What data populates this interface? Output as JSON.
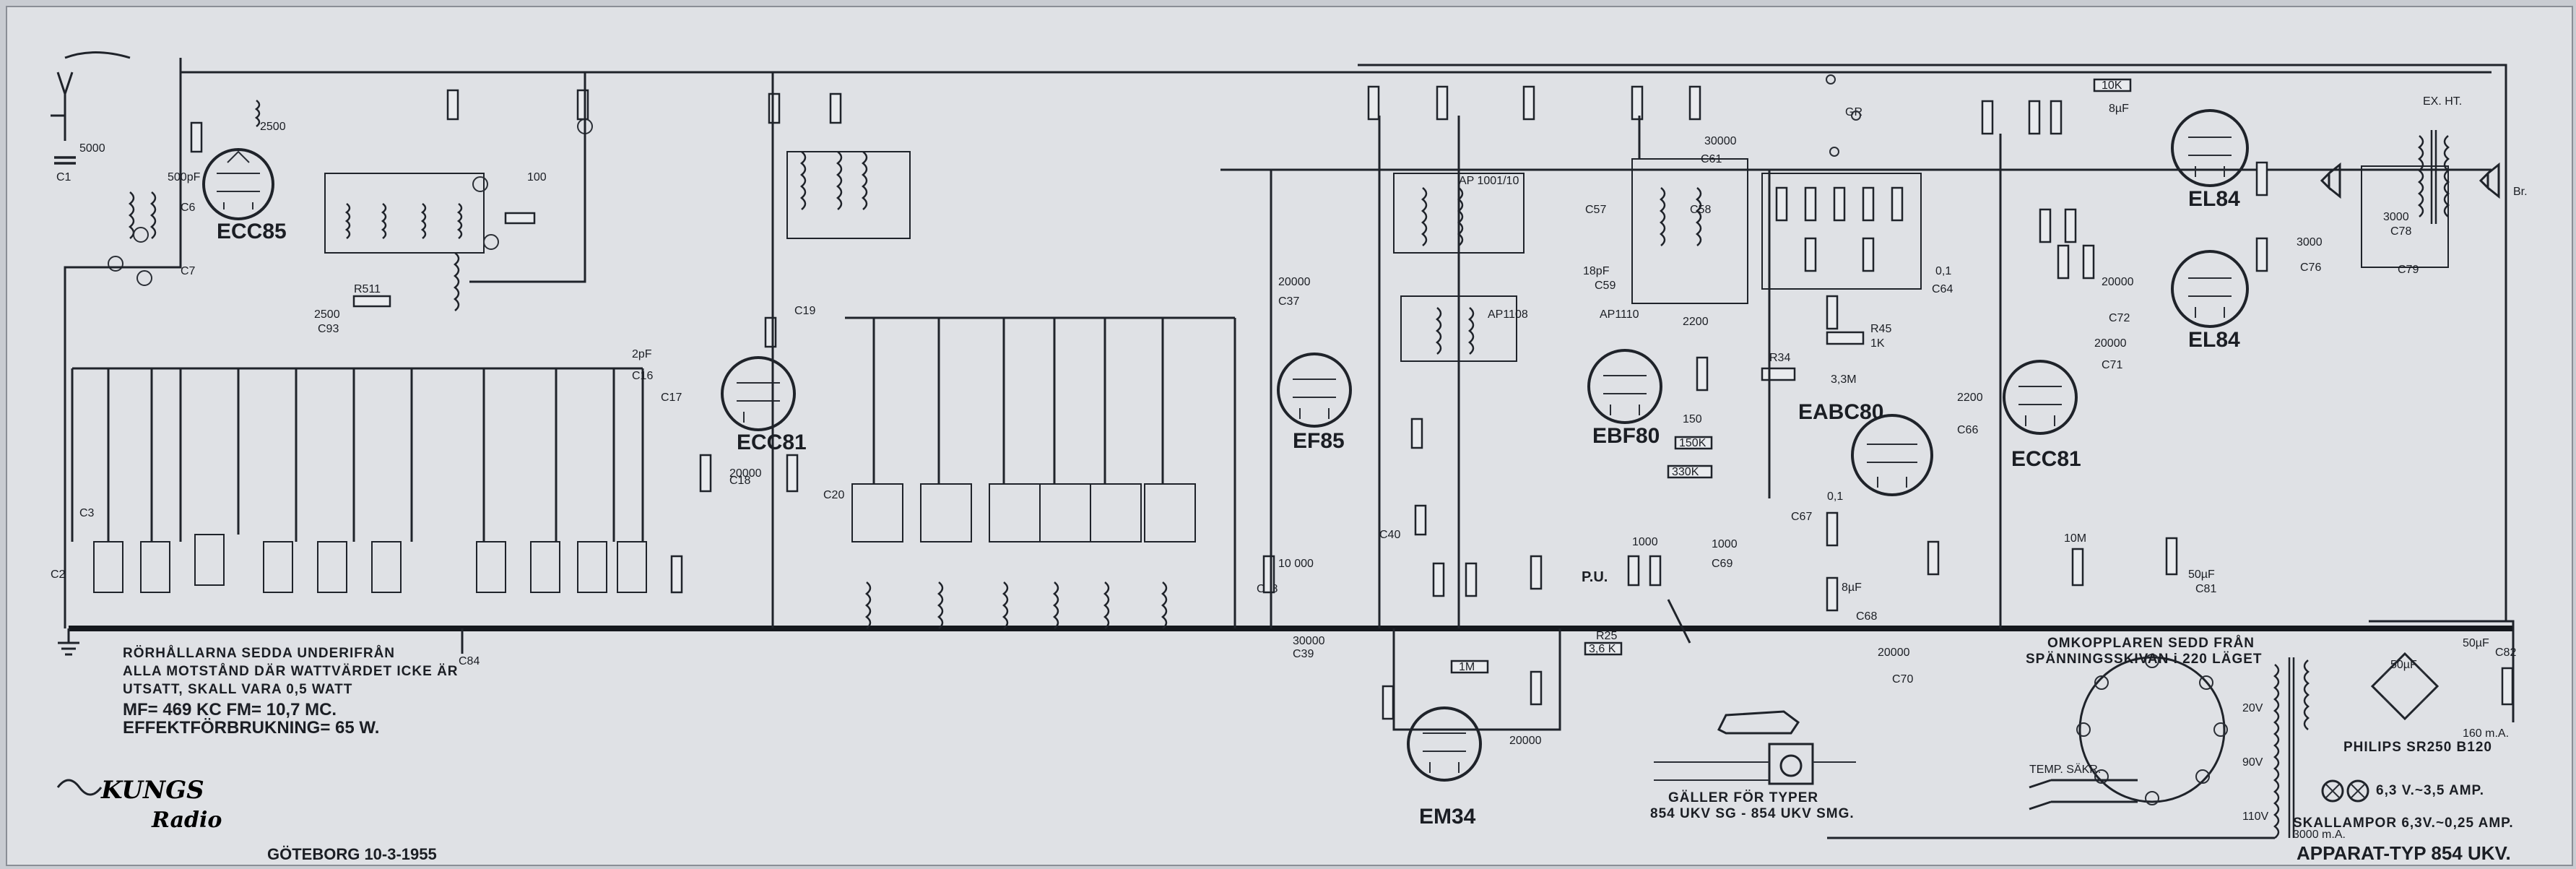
{
  "tubes": [
    {
      "id": "ecc85",
      "label": "ECC85"
    },
    {
      "id": "ecc81a",
      "label": "ECC81"
    },
    {
      "id": "ef85",
      "label": "EF85"
    },
    {
      "id": "ebf80",
      "label": "EBF80"
    },
    {
      "id": "eabc80",
      "label": "EABC80"
    },
    {
      "id": "ecc81b",
      "label": "ECC81"
    },
    {
      "id": "el84a",
      "label": "EL84"
    },
    {
      "id": "el84b",
      "label": "EL84"
    },
    {
      "id": "em34",
      "label": "EM34"
    }
  ],
  "components": {
    "c1": "C1",
    "c2": "C2",
    "c3": "C3",
    "c6": "C6",
    "c7": "C7",
    "c16": "C16",
    "c17": "C17",
    "c18": "C18",
    "c19": "C19",
    "c20": "C20",
    "c37": "C37",
    "c38": "C38",
    "c39": "C39",
    "c40": "C40",
    "c57": "C57",
    "c58": "C58",
    "c59": "C59",
    "c61": "C61",
    "c64": "C64",
    "c66": "C66",
    "c67": "C67",
    "c68": "C68",
    "c69": "C69",
    "c70": "C70",
    "c71": "C71",
    "c72": "C72",
    "c76": "C76",
    "c78": "C78",
    "c79": "C79",
    "c81": "C81",
    "c82": "C82",
    "c84": "C84",
    "c93": "C93",
    "r511": "R511",
    "r25": "R25",
    "ap1001": "AP 1001/10",
    "ap1108": "AP1108",
    "ap1110": "AP1110",
    "r34": "R34",
    "r45": "R45"
  },
  "values": {
    "v5000": "5000",
    "v2500": "2500",
    "v500pf": "500pF",
    "v20000": "20000",
    "v100": "100",
    "v2pf": "2pF",
    "v10000": "10 000",
    "v30000": "30000",
    "v18pf": "18pF",
    "v2200": "2200",
    "v150": "150",
    "v1000": "1000",
    "v01": "0,1",
    "v50uf": "50µF",
    "v8uf": "8µF",
    "v3000": "3000",
    "v1k": "1K",
    "v10k": "10K",
    "v33m": "3,3M",
    "v150k": "150K",
    "v330k": "330K",
    "v1m": "1M",
    "v10m": "10M",
    "v36k": "3,6 K",
    "pu": "P.U.",
    "gr": "GR",
    "ex": "EX. HT."
  },
  "notes": {
    "tube_view": "RÖRHÅLLARNA SEDDA UNDERIFRÅN",
    "resistors_1": "ALLA MOTSTÅND DÄR WATTVÄRDET ICKE ÄR",
    "resistors_2": "UTSATT, SKALL VARA 0,5 WATT",
    "freq": "MF= 469 KC     FM= 10,7 MC.",
    "power": "EFFEKTFÖRBRUKNING= 65 W.",
    "switch_1": "OMKOPPLAREN SEDD FRÅN",
    "switch_2": "SPÄNNINGSSKIVAN i 220 LÄGET",
    "rectifier": "PHILIPS SR250 B120",
    "current": "160 m.A.",
    "temp_fuse": "TEMP. SÄKR.",
    "lamp_fuse": "6,3 V.~3,5 AMP.",
    "dial_lamps": "SKALLAMPOR 6,3V.~0,25 AMP.",
    "ma": "3000 m.A.",
    "applies_1": "GÄLLER FÖR TYPER",
    "applies_2": "854 UKV SG - 854 UKV SMG.",
    "date": "GÖTEBORG   10-3-1955",
    "model": "APPARAT-TYP 854 UKV.",
    "speakers": "Br."
  },
  "brand": {
    "line1": "KUNGS",
    "line2": "Radio"
  },
  "voltages": {
    "v20": "20V",
    "v90": "90V",
    "v110": "110V"
  }
}
